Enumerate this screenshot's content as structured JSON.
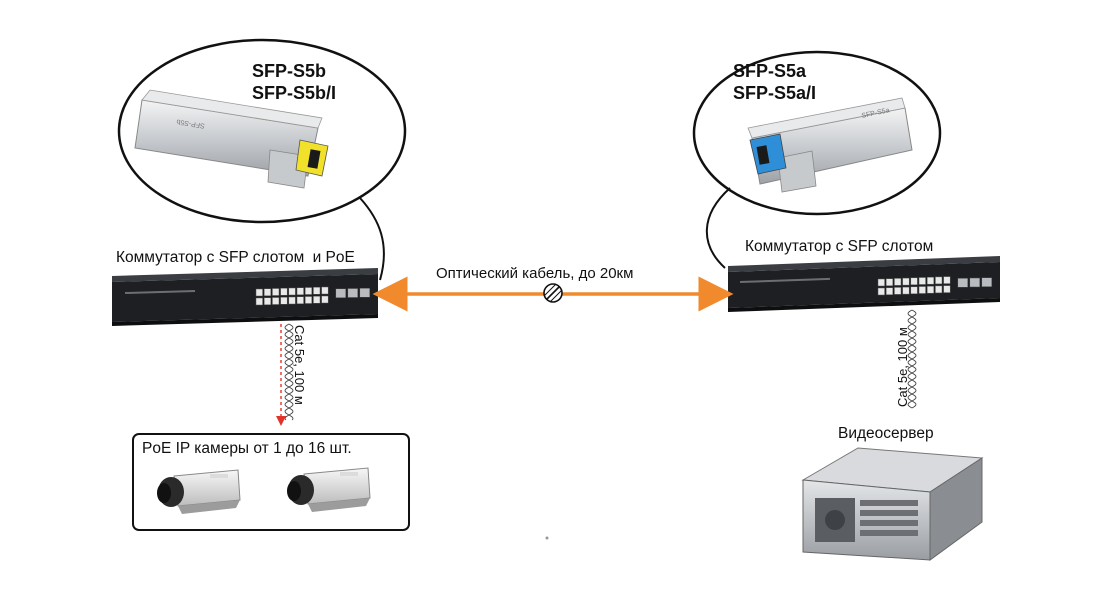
{
  "left_module": {
    "line1": "SFP-S5b",
    "line2": "SFP-S5b/I",
    "connector_color": "#f2e12a",
    "print": "SFP-S5b"
  },
  "right_module": {
    "line1": "SFP-S5a",
    "line2": "SFP-S5a/I",
    "connector_color": "#2e8fd8",
    "print": "SFP-S5a"
  },
  "left_switch": {
    "label_a": "Коммутатор с SFP",
    "label_b": "слотом",
    "label_c": "и PoE"
  },
  "right_switch": {
    "label": "Коммутатор с SFP слотом"
  },
  "fiber": {
    "label": "Оптический кабель, до 20км",
    "color": "#f08a2c"
  },
  "left_cable": {
    "label": "Cat 5e, 100 м"
  },
  "right_cable": {
    "label": "Cat 5e, 100 м"
  },
  "cameras": {
    "label_a": "PoE",
    "label_b": "IP камеры от 1 до 16 шт.",
    "count_shown": 2
  },
  "server": {
    "label": "Видеосервер"
  },
  "colors": {
    "outline": "#111111",
    "arrow_red": "#e0342a",
    "switch_body": "#1d1f22"
  }
}
